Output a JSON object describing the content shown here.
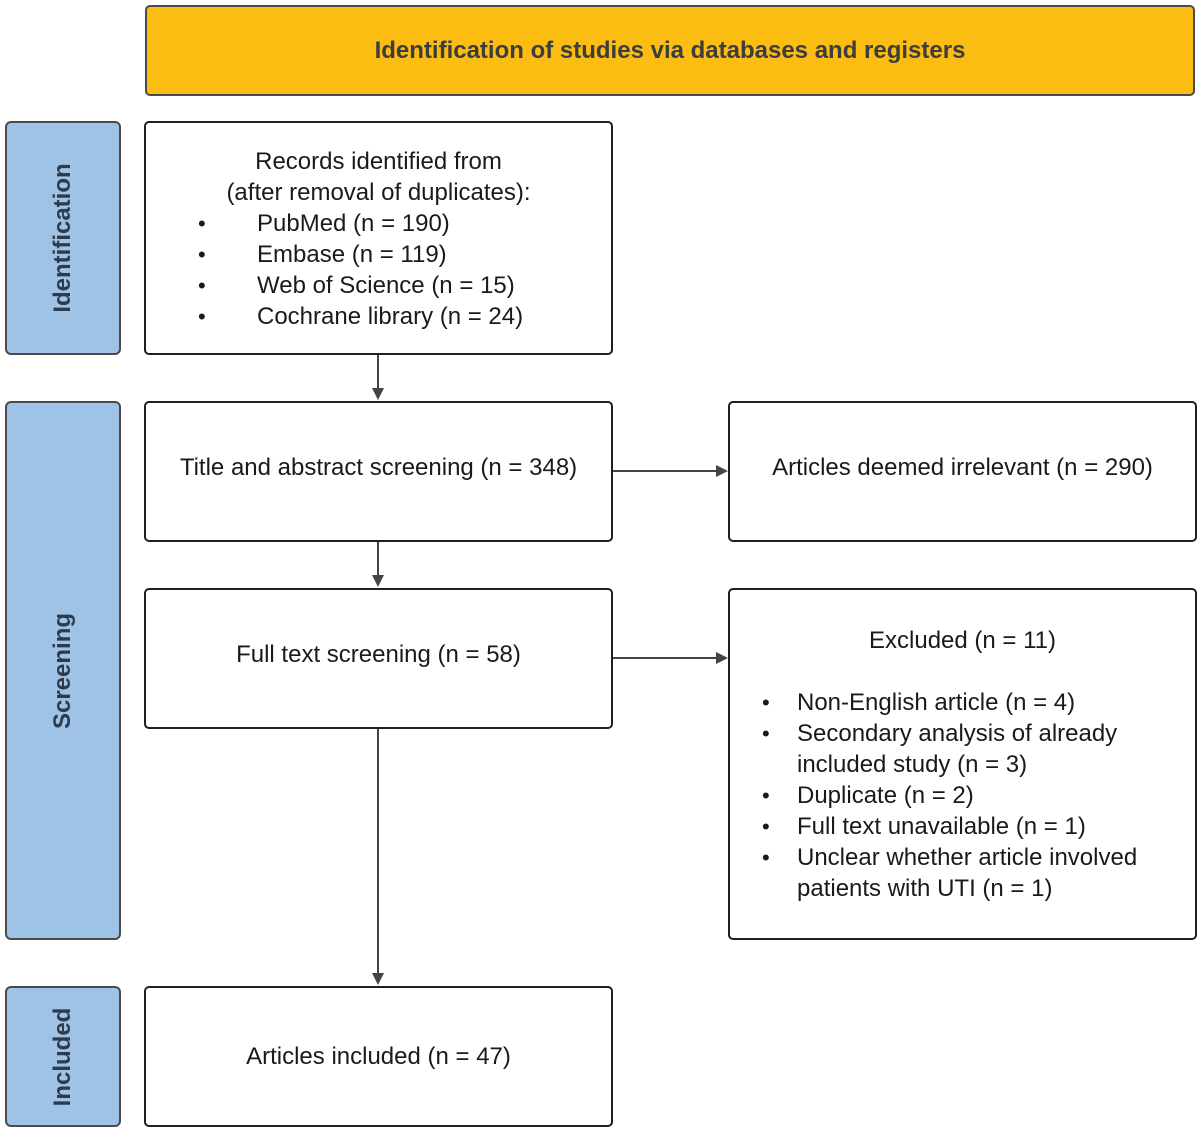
{
  "header": {
    "title": "Identification of studies via databases and registers"
  },
  "phases": {
    "identification": "Identification",
    "screening": "Screening",
    "included": "Included"
  },
  "records_box": {
    "line1": "Records identified from",
    "line2": "(after removal of duplicates):",
    "sources": [
      "PubMed (n = 190)",
      "Embase (n = 119)",
      "Web of Science (n = 15)",
      "Cochrane library (n = 24)"
    ]
  },
  "title_abstract_box": {
    "text": "Title and abstract screening (n = 348)"
  },
  "irrelevant_box": {
    "text": "Articles deemed irrelevant (n = 290)"
  },
  "full_text_box": {
    "text": "Full text screening (n = 58)"
  },
  "excluded_box": {
    "title": "Excluded (n = 11)",
    "reasons": [
      {
        "line1": "Non-English article (n = 4)",
        "line2": ""
      },
      {
        "line1": "Secondary analysis of already",
        "line2": "included study (n = 3)"
      },
      {
        "line1": "Duplicate (n = 2)",
        "line2": ""
      },
      {
        "line1": "Full text unavailable (n = 1)",
        "line2": ""
      },
      {
        "line1": "Unclear whether article involved",
        "line2": "patients with UTI (n = 1)"
      }
    ]
  },
  "included_box": {
    "text": "Articles included (n = 47)"
  },
  "bullet_char": "•",
  "colors": {
    "header_fill": "#fbbd12",
    "phase_fill": "#9fc3e7",
    "border": "#1f1f1f",
    "arrow": "#444444"
  }
}
